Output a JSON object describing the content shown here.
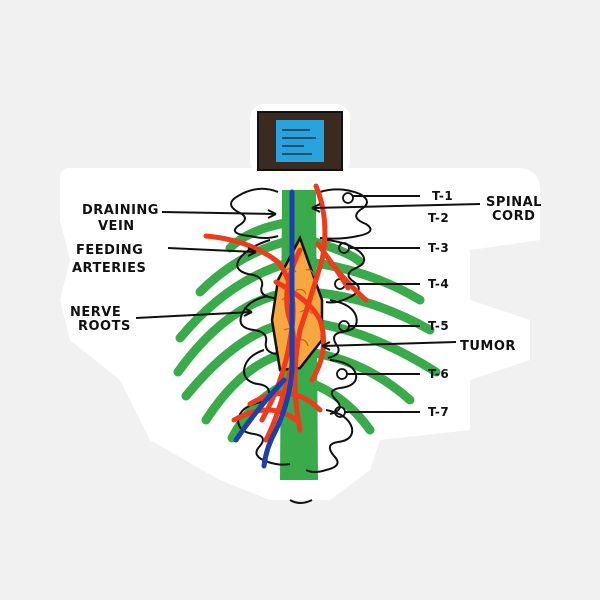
{
  "labels": {
    "draining_vein": [
      "DRAINING",
      "VEIN"
    ],
    "feeding_arteries": [
      "FEEDING",
      "ARTERIES"
    ],
    "nerve_roots": [
      "NERVE",
      "ROOTS"
    ],
    "spinal_cord": [
      "SPINAL",
      "CORD"
    ],
    "tumor": "TUMOR"
  },
  "vertebrae": [
    "T-1",
    "T-2",
    "T-3",
    "T-4",
    "T-5",
    "T-6",
    "T-7"
  ],
  "colors": {
    "background": "#f1f1f1",
    "sticker": "#ffffff",
    "nerve": "#3aab4a",
    "cord": "#3aab4a",
    "artery": "#ee3b1c",
    "vein": "#1e3fae",
    "tumor": "#f7a640",
    "outline": "#111111"
  }
}
